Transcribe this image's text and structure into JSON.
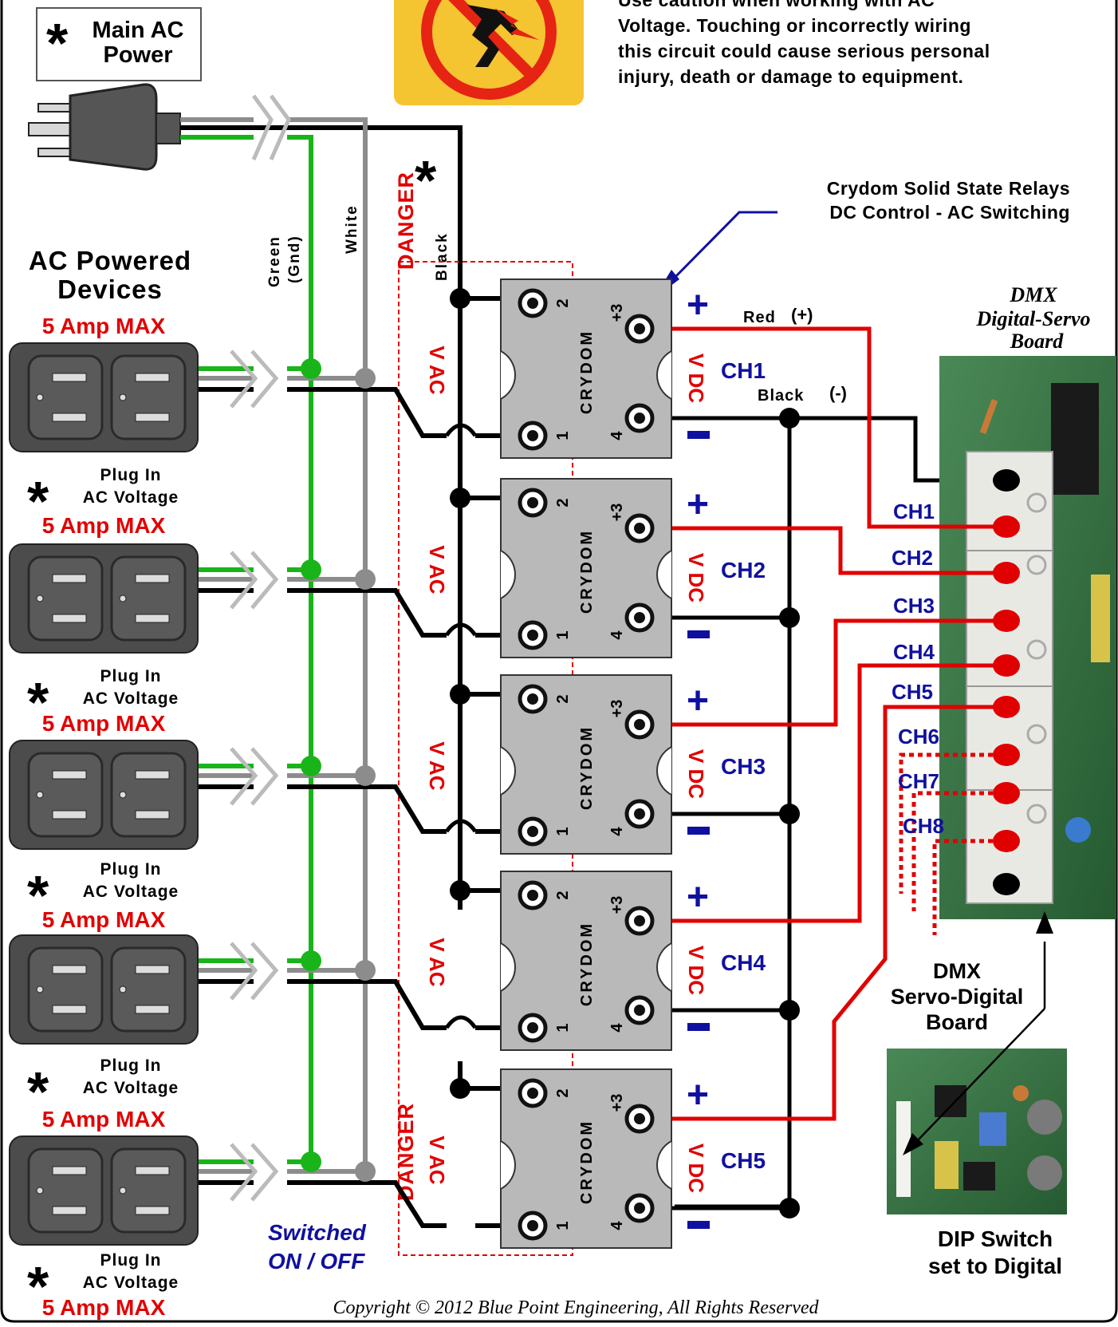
{
  "main_power": {
    "star": "*",
    "line1": "Main AC",
    "line2": "Power"
  },
  "warning": {
    "line1": "Use caution when working with AC",
    "line2": "Voltage. Touching or incorrectly wiring",
    "line3": "this circuit could cause serious personal",
    "line4": "injury, death or damage to equipment."
  },
  "wire_labels": {
    "green": "Green",
    "gnd": "(Gnd)",
    "white": "White",
    "black": "Black",
    "danger": "DANGER",
    "star": "*"
  },
  "relay_callout": {
    "line1": "Crydom Solid State Relays",
    "line2": "DC Control -  AC Switching"
  },
  "devices_title": {
    "line1": "AC Powered",
    "line2": "Devices"
  },
  "amp_label": "5 Amp MAX",
  "plug_label": {
    "star": "*",
    "line1": "Plug In",
    "line2": "AC Voltage"
  },
  "relay": {
    "brand": "CRYDOM",
    "vac": "V AC",
    "vdc": "V DC",
    "t2": "2",
    "t1": "1",
    "t3": "+3",
    "t4": "4",
    "plus": "+",
    "minus": "−"
  },
  "relays": [
    {
      "ch": "CH1"
    },
    {
      "ch": "CH2"
    },
    {
      "ch": "CH3"
    },
    {
      "ch": "CH4"
    },
    {
      "ch": "CH5"
    }
  ],
  "dc_labels": {
    "red": "Red",
    "red_sign": "(+)",
    "black": "Black",
    "black_sign": "(-)"
  },
  "dmx_board": {
    "line1": "DMX",
    "line2": "Digital-Servo",
    "line3": "Board"
  },
  "board_channels": [
    "CH1",
    "CH2",
    "CH3",
    "CH4",
    "CH5",
    "CH6",
    "CH7",
    "CH8"
  ],
  "servo_board": {
    "line1": "DMX",
    "line2": "Servo-Digital",
    "line3": "Board"
  },
  "dip": {
    "line1": "DIP Switch",
    "line2": "set to Digital"
  },
  "switched": {
    "line1": "Switched",
    "line2": "ON / OFF"
  },
  "copyright": "Copyright © 2012  Blue Point Engineering,  All Rights Reserved",
  "colors": {
    "red": "#e10000",
    "blue": "#1010a0",
    "green": "#19b419",
    "gray": "#8c8c8c",
    "relay": "#b9b9b9",
    "outlet": "#4c4c4c",
    "warning_bg": "#f5c431",
    "pcb": "#2f6b3a"
  }
}
